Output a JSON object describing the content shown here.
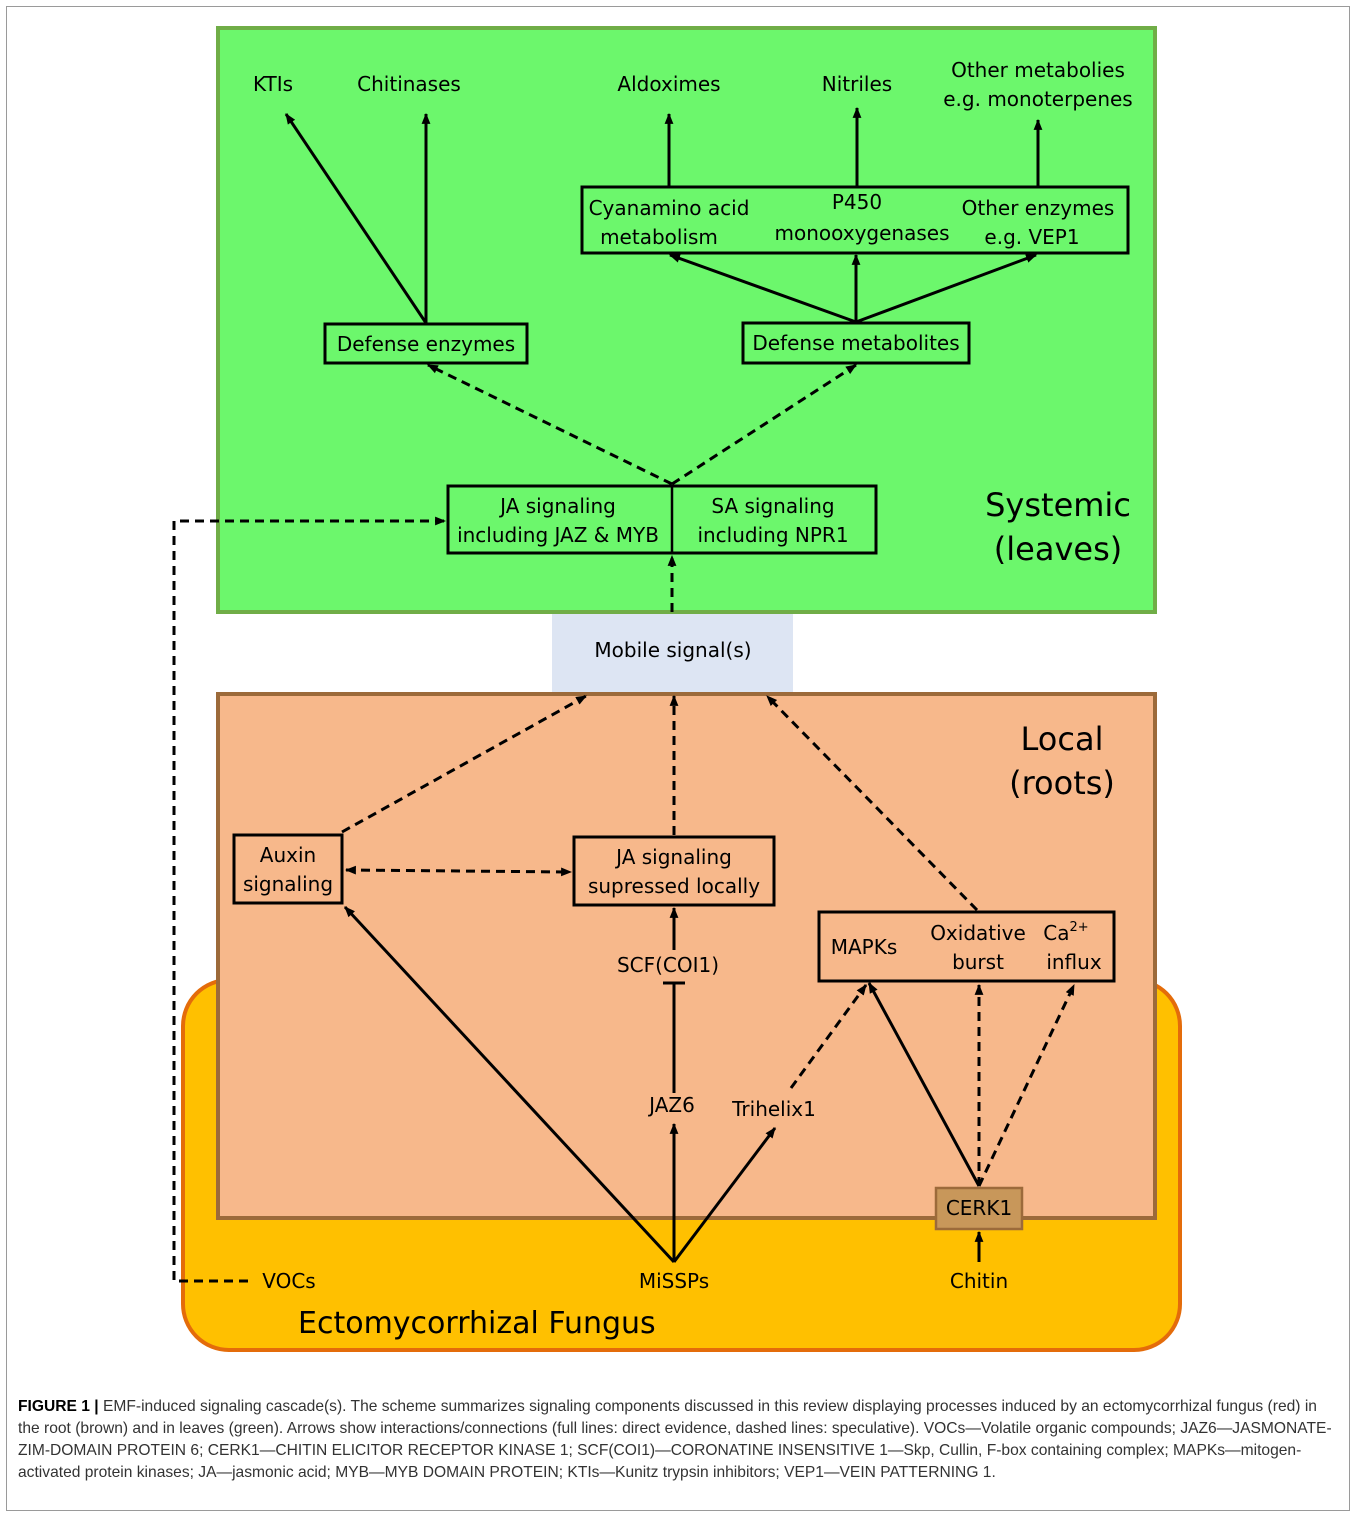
{
  "colors": {
    "systemic_fill": "#6cf76c",
    "systemic_border": "#70ad47",
    "local_fill": "#f7b88b",
    "local_border": "#9c6a3a",
    "fungus_fill": "#ffc000",
    "fungus_border": "#e46c0a",
    "mobile_fill": "#dde5f3",
    "cerk_fill": "#c8975a"
  },
  "regions": {
    "systemic": [
      "Systemic",
      "(leaves)"
    ],
    "local": [
      "Local",
      "(roots)"
    ],
    "fungus": "Ectomycorrhizal Fungus",
    "mobile": "Mobile signal(s)"
  },
  "leaves": {
    "ktis": "KTIs",
    "chitinases": "Chitinases",
    "aldoximes": "Aldoximes",
    "nitriles": "Nitriles",
    "other_metabolites": [
      "Other metabolies",
      "e.g. monoterpenes"
    ],
    "cyanamino": [
      "Cyanamino acid",
      "metabolism"
    ],
    "p450": [
      "P450",
      "monooxygenases"
    ],
    "other_enzymes": [
      "Other enzymes",
      "e.g. VEP1"
    ],
    "defense_enzymes": "Defense enzymes",
    "defense_metabolites": "Defense metabolites",
    "ja_signaling": [
      "JA signaling",
      "including JAZ & MYB"
    ],
    "sa_signaling": [
      "SA signaling",
      "including NPR1"
    ]
  },
  "roots": {
    "auxin": [
      "Auxin",
      "signaling"
    ],
    "ja_suppressed": [
      "JA signaling",
      "supressed locally"
    ],
    "scf": "SCF(COI1)",
    "mapks": "MAPKs",
    "oxidative": [
      "Oxidative",
      "burst"
    ],
    "ca_base": "Ca",
    "ca_sup": "2+",
    "influx": "influx",
    "jaz6": "JAZ6",
    "trihelix": "Trihelix1",
    "cerk1": "CERK1"
  },
  "fungus": {
    "vocs": "VOCs",
    "missps": "MiSSPs",
    "chitin": "Chitin"
  },
  "caption": {
    "label": "FIGURE 1 |",
    "text": " EMF-induced signaling cascade(s). The scheme summarizes signaling components discussed in this review displaying processes induced by an ectomycorrhizal fungus (red) in the root (brown) and in leaves (green). Arrows show interactions/connections (full lines: direct evidence, dashed lines: speculative). VOCs—Volatile organic compounds; JAZ6—JASMONATE-ZIM-DOMAIN PROTEIN 6; CERK1—CHITIN ELICITOR RECEPTOR KINASE 1; SCF(COI1)—CORONATINE INSENSITIVE 1—Skp, Cullin, F-box containing complex; MAPKs—mitogen-activated protein kinases; JA—jasmonic acid; MYB—MYB DOMAIN PROTEIN; KTIs—Kunitz trypsin inhibitors; VEP1—VEIN PATTERNING 1."
  }
}
